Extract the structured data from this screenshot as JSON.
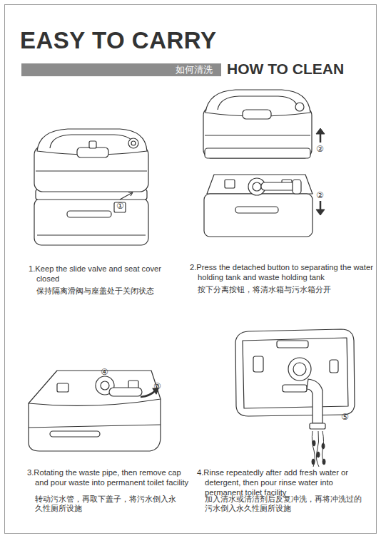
{
  "diagram": {
    "title": "EASY TO CARRY",
    "nodes": [
      {
        "text": [
          "如何清洗",
          "HOW TO CLEAN"
        ]
      }
    ],
    "labels": [
      "1.Keep the slide valve and seat cover closed",
      "保持隔离滑阀与座盖处于关闭状态",
      "①",
      "②",
      "②",
      "2.Press the detached button to separating the water holding tank and waste holding tank",
      "按下分离按钮，将清水箱与污水箱分开",
      "④",
      "③",
      "3.Rotating the waste pipe, then remove cap and pour waste into permanent toilet facility",
      "转动污水管，再取下盖子，将污水倒入永久性厕所设施",
      "⑤",
      "4.Rinse repeatedly after add fresh water or detergent, then pour rinse water into permanent toilet facility",
      "加入清水或清洁剂后反复冲洗，再将冲洗过的污水倒入永久性厕所设施"
    ]
  }
}
